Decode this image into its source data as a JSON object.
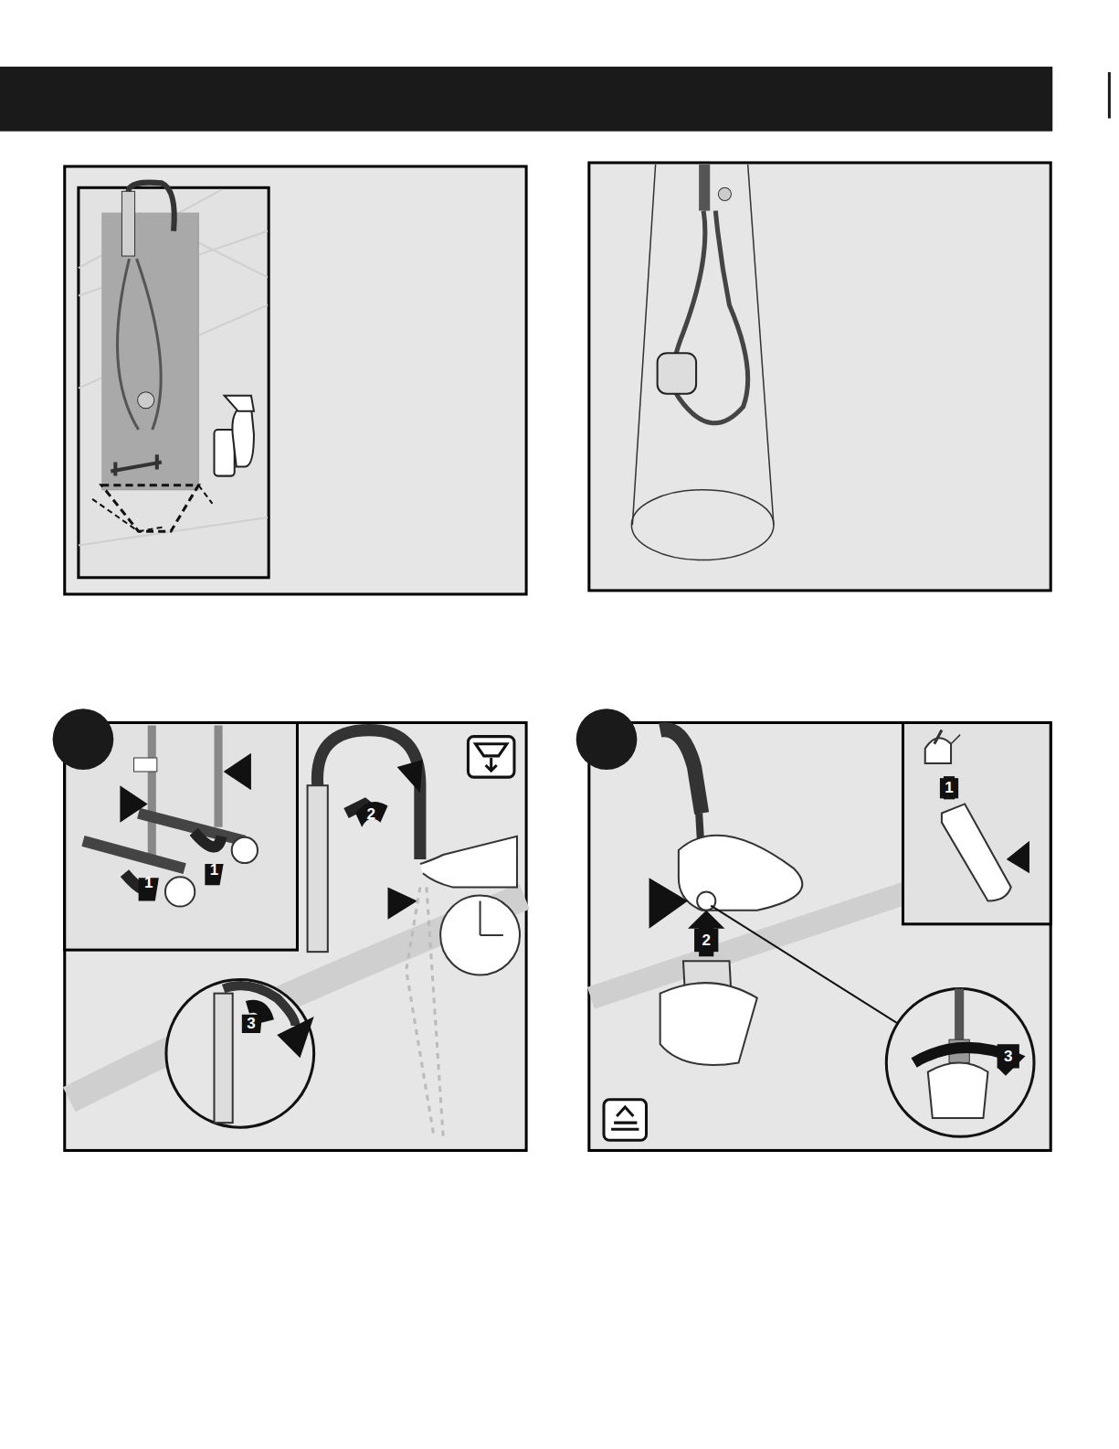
{
  "diagram": {
    "labels": [
      "2",
      "1",
      "1",
      "3",
      "1",
      "2",
      "3"
    ]
  }
}
